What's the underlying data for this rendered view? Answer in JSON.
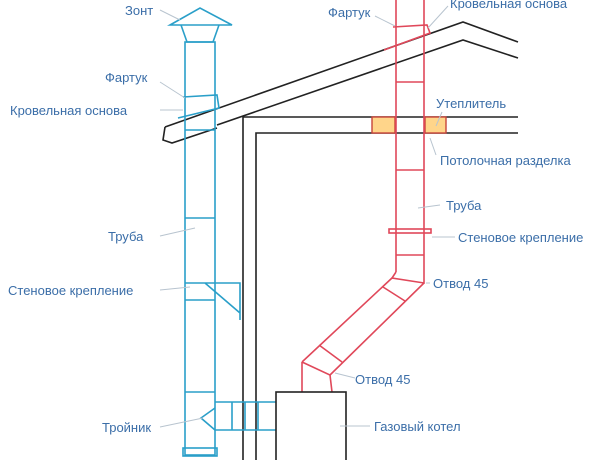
{
  "title": "Схема дымохода газового котла",
  "labels": {
    "left_umbrella": "Зонт",
    "left_apron": "Фартук",
    "left_roof_base": "Кровельная основа",
    "left_pipe": "Труба",
    "left_wall_mount": "Стеновое крепление",
    "left_tee": "Тройник",
    "right_apron": "Фартук",
    "right_roof_base": "Кровельная основа",
    "insulation": "Утеплитель",
    "ceiling_passage": "Потолочная разделка",
    "right_pipe": "Труба",
    "right_wall_mount": "Стеновое крепление",
    "elbow_upper": "Отвод 45",
    "elbow_lower": "Отвод 45",
    "boiler": "Газовый котел"
  },
  "colors": {
    "external_chimney": "#2a9fc9",
    "internal_chimney": "#e0485a",
    "building": "#222222",
    "insulation": "#ffd58a",
    "label_text": "#3b6ea8"
  }
}
